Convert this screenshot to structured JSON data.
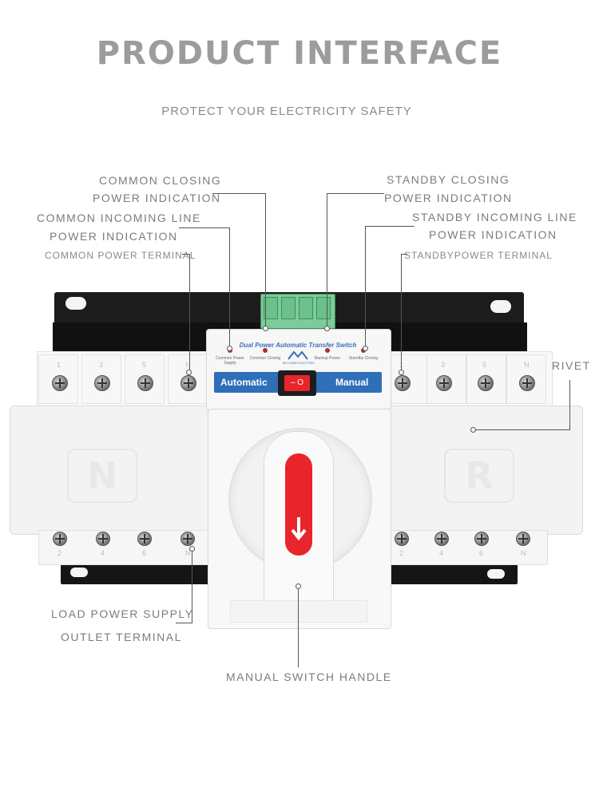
{
  "header": {
    "title": "PRODUCT INTERFACE",
    "subtitle": "PROTECT YOUR ELECTRICITY SAFETY"
  },
  "callouts": {
    "common_closing_l1": "COMMON CLOSING",
    "common_closing_l2": "POWER INDICATION",
    "common_incoming_l1": "COMMON INCOMING LINE",
    "common_incoming_l2": "POWER INDICATION",
    "common_terminal": "COMMON POWER TERMINAL",
    "standby_closing_l1": "STANDBY CLOSING",
    "standby_closing_l2": "POWER INDICATION",
    "standby_incoming_l1": "STANDBY INCOMING LINE",
    "standby_incoming_l2": "POWER INDICATION",
    "standby_terminal": "STANDBYPOWER TERMINAL",
    "rivet": "RIVET",
    "load_l1": "LOAD POWER SUPPLY",
    "load_l2": "OUTLET TERMINAL",
    "handle": "MANUAL SWITCH HANDLE"
  },
  "device": {
    "panel_title": "Dual Power Automatic Transfer Switch",
    "brand": "MX LIANG ELECTRIC",
    "automatic": "Automatic",
    "manual": "Manual",
    "switch_symbol": "– O",
    "side_left": "N",
    "side_right": "R",
    "indicators": [
      "Common Power Supply",
      "Common Closing",
      "Backup Power",
      "Standby Closing"
    ],
    "top_numbers": [
      "1",
      "3",
      "5",
      "N",
      "1",
      "3",
      "5",
      "N"
    ],
    "bottom_numbers": [
      "2",
      "4",
      "6",
      "N",
      "2",
      "4",
      "6",
      "N"
    ],
    "colors": {
      "rocker": "#e8252a",
      "handle_bar": "#e8252a",
      "panel_blue": "#2f6fb8",
      "rail": "#1c1c1c"
    }
  }
}
